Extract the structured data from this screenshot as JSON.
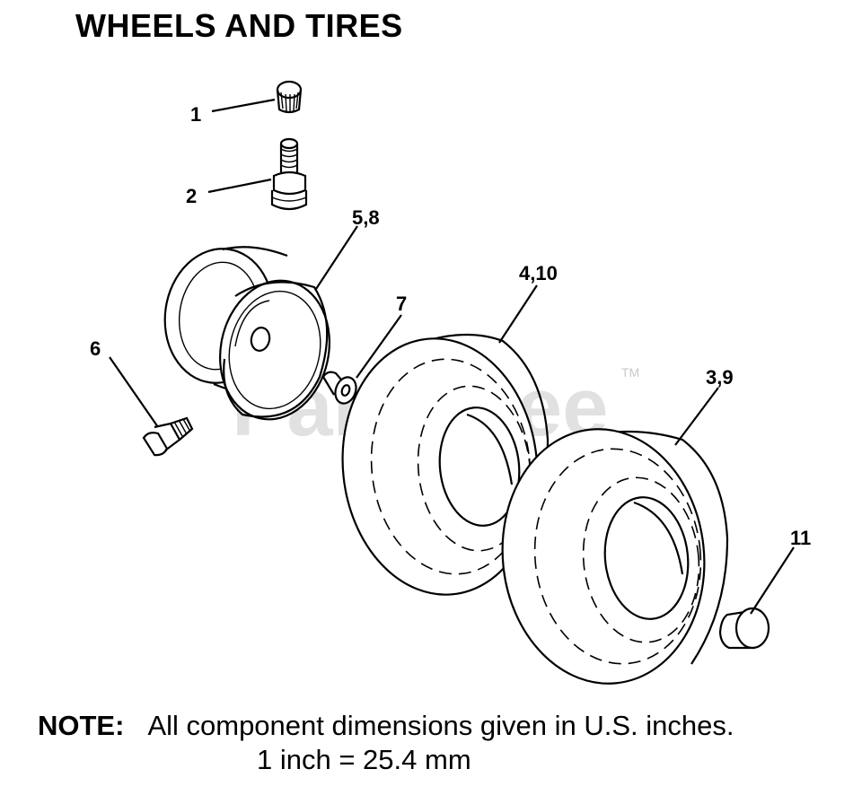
{
  "title": "WHEELS AND TIRES",
  "watermark": {
    "text": "PartsTree",
    "trademark": "TM"
  },
  "callouts": {
    "c1": "1",
    "c2": "2",
    "c5_8": "5,8",
    "c7": "7",
    "c6": "6",
    "c4_10": "4,10",
    "c3_9": "3,9",
    "c11": "11"
  },
  "note": {
    "label": "NOTE:",
    "line1": "All component dimensions given in U.S. inches.",
    "line2": "1 inch = 25.4 mm"
  },
  "colors": {
    "line": "#000000",
    "background": "#ffffff",
    "watermark": "#c9c9c9"
  }
}
